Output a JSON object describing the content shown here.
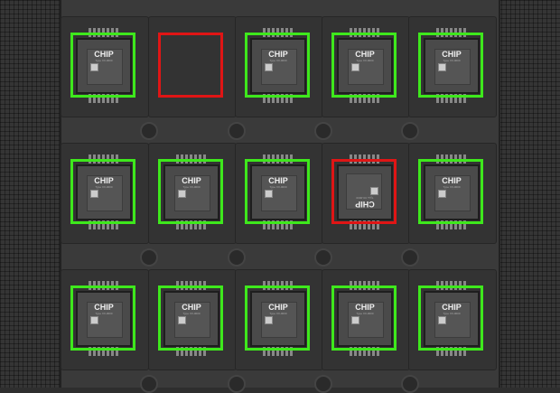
{
  "chip_label": "CHIP",
  "chip_sublabel": "Type XX-0000",
  "colors": {
    "pass": "#3ee81c",
    "fail": "#e01515"
  },
  "grid": [
    [
      {
        "status": "pass",
        "chip": "normal"
      },
      {
        "status": "fail",
        "chip": "missing"
      },
      {
        "status": "pass",
        "chip": "normal"
      },
      {
        "status": "pass",
        "chip": "normal"
      },
      {
        "status": "pass",
        "chip": "normal"
      }
    ],
    [
      {
        "status": "pass",
        "chip": "normal"
      },
      {
        "status": "pass",
        "chip": "normal"
      },
      {
        "status": "pass",
        "chip": "normal"
      },
      {
        "status": "fail",
        "chip": "rotated"
      },
      {
        "status": "pass",
        "chip": "normal"
      }
    ],
    [
      {
        "status": "pass",
        "chip": "normal"
      },
      {
        "status": "pass",
        "chip": "normal"
      },
      {
        "status": "pass",
        "chip": "normal"
      },
      {
        "status": "pass",
        "chip": "normal"
      },
      {
        "status": "pass",
        "chip": "normal"
      }
    ]
  ]
}
